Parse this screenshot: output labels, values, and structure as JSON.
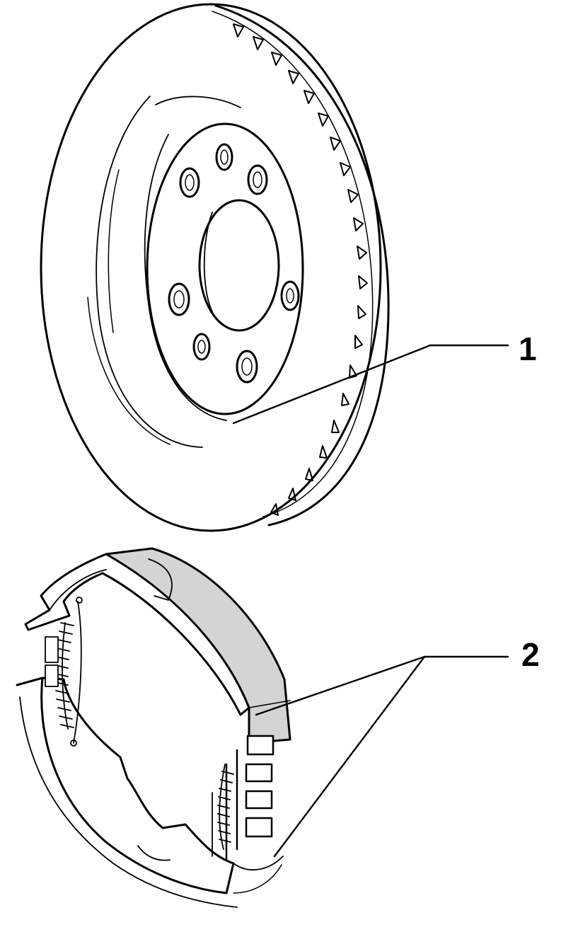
{
  "diagram": {
    "colors": {
      "line": "#000000",
      "background": "#ffffff",
      "lining": "#d4d4d4"
    },
    "callouts": [
      {
        "number": "1",
        "part": "brake-disc"
      },
      {
        "number": "2",
        "part": "parking-brake-shoes"
      }
    ]
  }
}
